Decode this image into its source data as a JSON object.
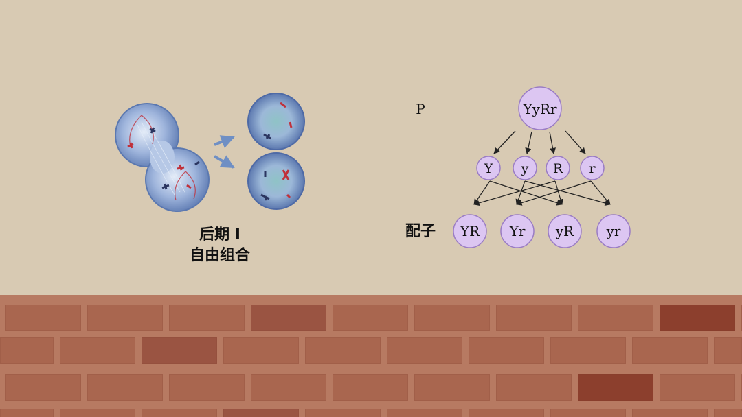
{
  "meiosis": {
    "stage_label": "后期 I",
    "process_label": "自由组合"
  },
  "cross": {
    "generation_label": "P",
    "parent_genotype": "YyRr",
    "alleles": [
      "Y",
      "y",
      "R",
      "r"
    ],
    "gametes_label": "配子",
    "gametes": [
      "YR",
      "Yr",
      "yR",
      "yr"
    ]
  },
  "colors": {
    "background": "#d8cab3",
    "node_fill": "#dcc6f2",
    "node_stroke": "#9a7cc4",
    "chromosome_red": "#c0303a",
    "chromosome_blue": "#2b3560",
    "cell_blue": "#6f8fc4",
    "brick": "#a9664f"
  }
}
